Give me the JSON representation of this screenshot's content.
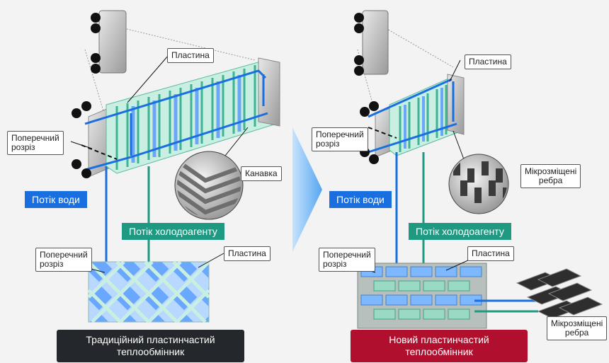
{
  "colors": {
    "water": "#1a6fe0",
    "refrigerant": "#1f9a82",
    "caption_traditional": "#24272b",
    "caption_new": "#b0102d",
    "arrow": "#5ab0ff"
  },
  "left": {
    "plate_label": "Пластина",
    "cross_section_label": "Поперечний\nрозріз",
    "groove_label": "Канавка",
    "water_flow_label": "Потік води",
    "refrigerant_flow_label": "Потік холодоагенту",
    "cross_section_label_2": "Поперечний\nрозріз",
    "plate_label_2": "Пластина",
    "caption": "Традиційний пластинчастий\nтеплообмінник"
  },
  "right": {
    "plate_label": "Пластина",
    "cross_section_label": "Поперечний\nрозріз",
    "fins_label": "Мікрозміщені\nребра",
    "water_flow_label": "Потік води",
    "refrigerant_flow_label": "Потік холодоагенту",
    "cross_section_label_2": "Поперечний\nрозріз",
    "plate_label_2": "Пластина",
    "fins_label_2": "Мікрозміщені\nребра",
    "caption": "Новий пластинчастий\nтеплообмінник"
  }
}
